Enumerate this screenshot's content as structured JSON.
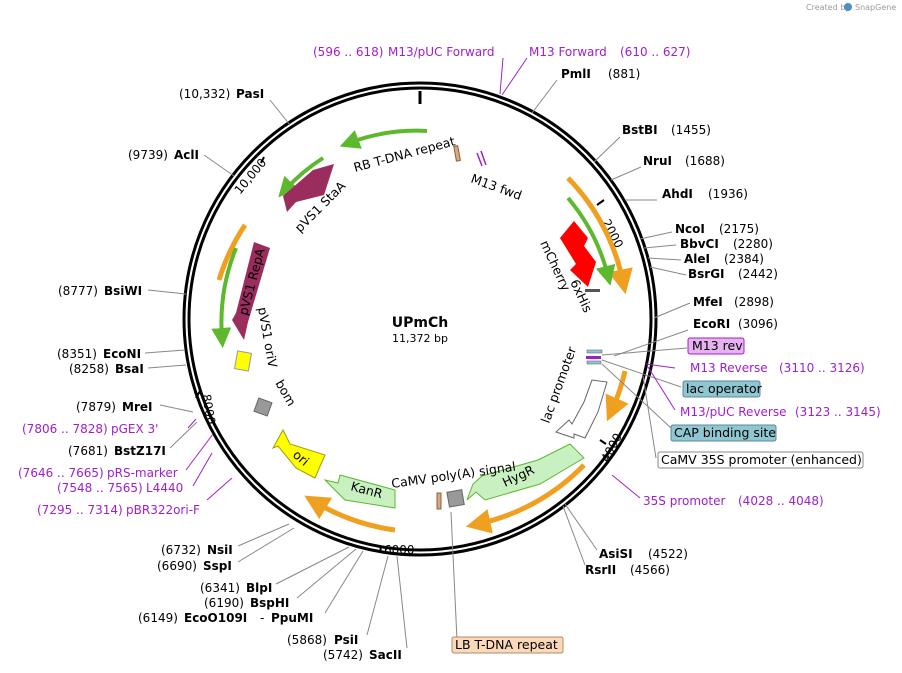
{
  "watermark": {
    "created_by": "Created by",
    "app": "SnapGene"
  },
  "plasmid": {
    "name": "UPmCh",
    "size": "11,372 bp"
  },
  "ticks": [
    "2000",
    "4000",
    "6000",
    "8000",
    "10,000"
  ],
  "enzymes": [
    {
      "name": "PmlI",
      "pos": "(881)"
    },
    {
      "name": "BstBI",
      "pos": "(1455)"
    },
    {
      "name": "NruI",
      "pos": "(1688)"
    },
    {
      "name": "AhdI",
      "pos": "(1936)"
    },
    {
      "name": "NcoI",
      "pos": "(2175)"
    },
    {
      "name": "BbvCI",
      "pos": "(2280)"
    },
    {
      "name": "AleI",
      "pos": "(2384)"
    },
    {
      "name": "BsrGI",
      "pos": "(2442)"
    },
    {
      "name": "MfeI",
      "pos": "(2898)"
    },
    {
      "name": "EcoRI",
      "pos": "(3096)"
    },
    {
      "name": "AsiSI",
      "pos": "(4522)"
    },
    {
      "name": "RsrII",
      "pos": "(4566)"
    },
    {
      "name": "SacII",
      "pos": "(5742)"
    },
    {
      "name": "PsiI",
      "pos": "(5868)"
    },
    {
      "name": "EcoO109I",
      "pos": "(6149)",
      "extra": "PpuMI"
    },
    {
      "name": "BspHI",
      "pos": "(6190)"
    },
    {
      "name": "BlpI",
      "pos": "(6341)"
    },
    {
      "name": "SspI",
      "pos": "(6690)"
    },
    {
      "name": "NsiI",
      "pos": "(6732)"
    },
    {
      "name": "BstZ17I",
      "pos": "(7681)"
    },
    {
      "name": "MreI",
      "pos": "(7879)"
    },
    {
      "name": "BsaI",
      "pos": "(8258)"
    },
    {
      "name": "EcoNI",
      "pos": "(8351)"
    },
    {
      "name": "BsiWI",
      "pos": "(8777)"
    },
    {
      "name": "AclI",
      "pos": "(9739)"
    },
    {
      "name": "PasI",
      "pos": "(10,332)"
    }
  ],
  "primers": [
    {
      "name": "M13/pUC Forward",
      "range": "(596 .. 618)"
    },
    {
      "name": "M13 Forward",
      "range": "(610 .. 627)"
    },
    {
      "name": "M13 Reverse",
      "range": "(3110 .. 3126)"
    },
    {
      "name": "M13/pUC Reverse",
      "range": "(3123 .. 3145)"
    },
    {
      "name": "35S promoter",
      "range": "(4028 .. 4048)"
    },
    {
      "name": "pGEX 3'",
      "range": "(7806 .. 7828)"
    },
    {
      "name": "pRS-marker",
      "range": "(7646 .. 7665)"
    },
    {
      "name": "L4440",
      "range": "(7548 .. 7565)"
    },
    {
      "name": "pBR322ori-F",
      "range": "(7295 .. 7314)"
    }
  ],
  "boxed_features": [
    {
      "name": "M13 rev",
      "color": "#e6b3f0",
      "border": "#a020c8"
    },
    {
      "name": "lac operator",
      "color": "#8fc6d1",
      "border": "#5a8a94"
    },
    {
      "name": "CAP binding site",
      "color": "#8fc6d1",
      "border": "#5a8a94"
    },
    {
      "name": "CaMV 35S promoter (enhanced)",
      "color": "#ffffff",
      "border": "#888888"
    },
    {
      "name": "LB T-DNA repeat",
      "color": "#fbd9b8",
      "border": "#b08a68"
    }
  ],
  "inner_features": [
    "RB T-DNA repeat",
    "M13 fwd",
    "pVS1 StaA",
    "pVS1 RepA",
    "pVS1 oriV",
    "mCherry",
    "6xHis",
    "lac promoter",
    "bom",
    "ori",
    "KanR",
    "HygR",
    "CaMV poly(A) signal"
  ],
  "colors": {
    "backbone": "#000000",
    "orf_orange": "#f0a020",
    "orf_green": "#5cb82c",
    "vs1": "#9b2d5e",
    "mcherry": "#ff0000",
    "ori": "#ffff00",
    "marker": "#c8f0c0",
    "primer_purple": "#a020c8"
  }
}
